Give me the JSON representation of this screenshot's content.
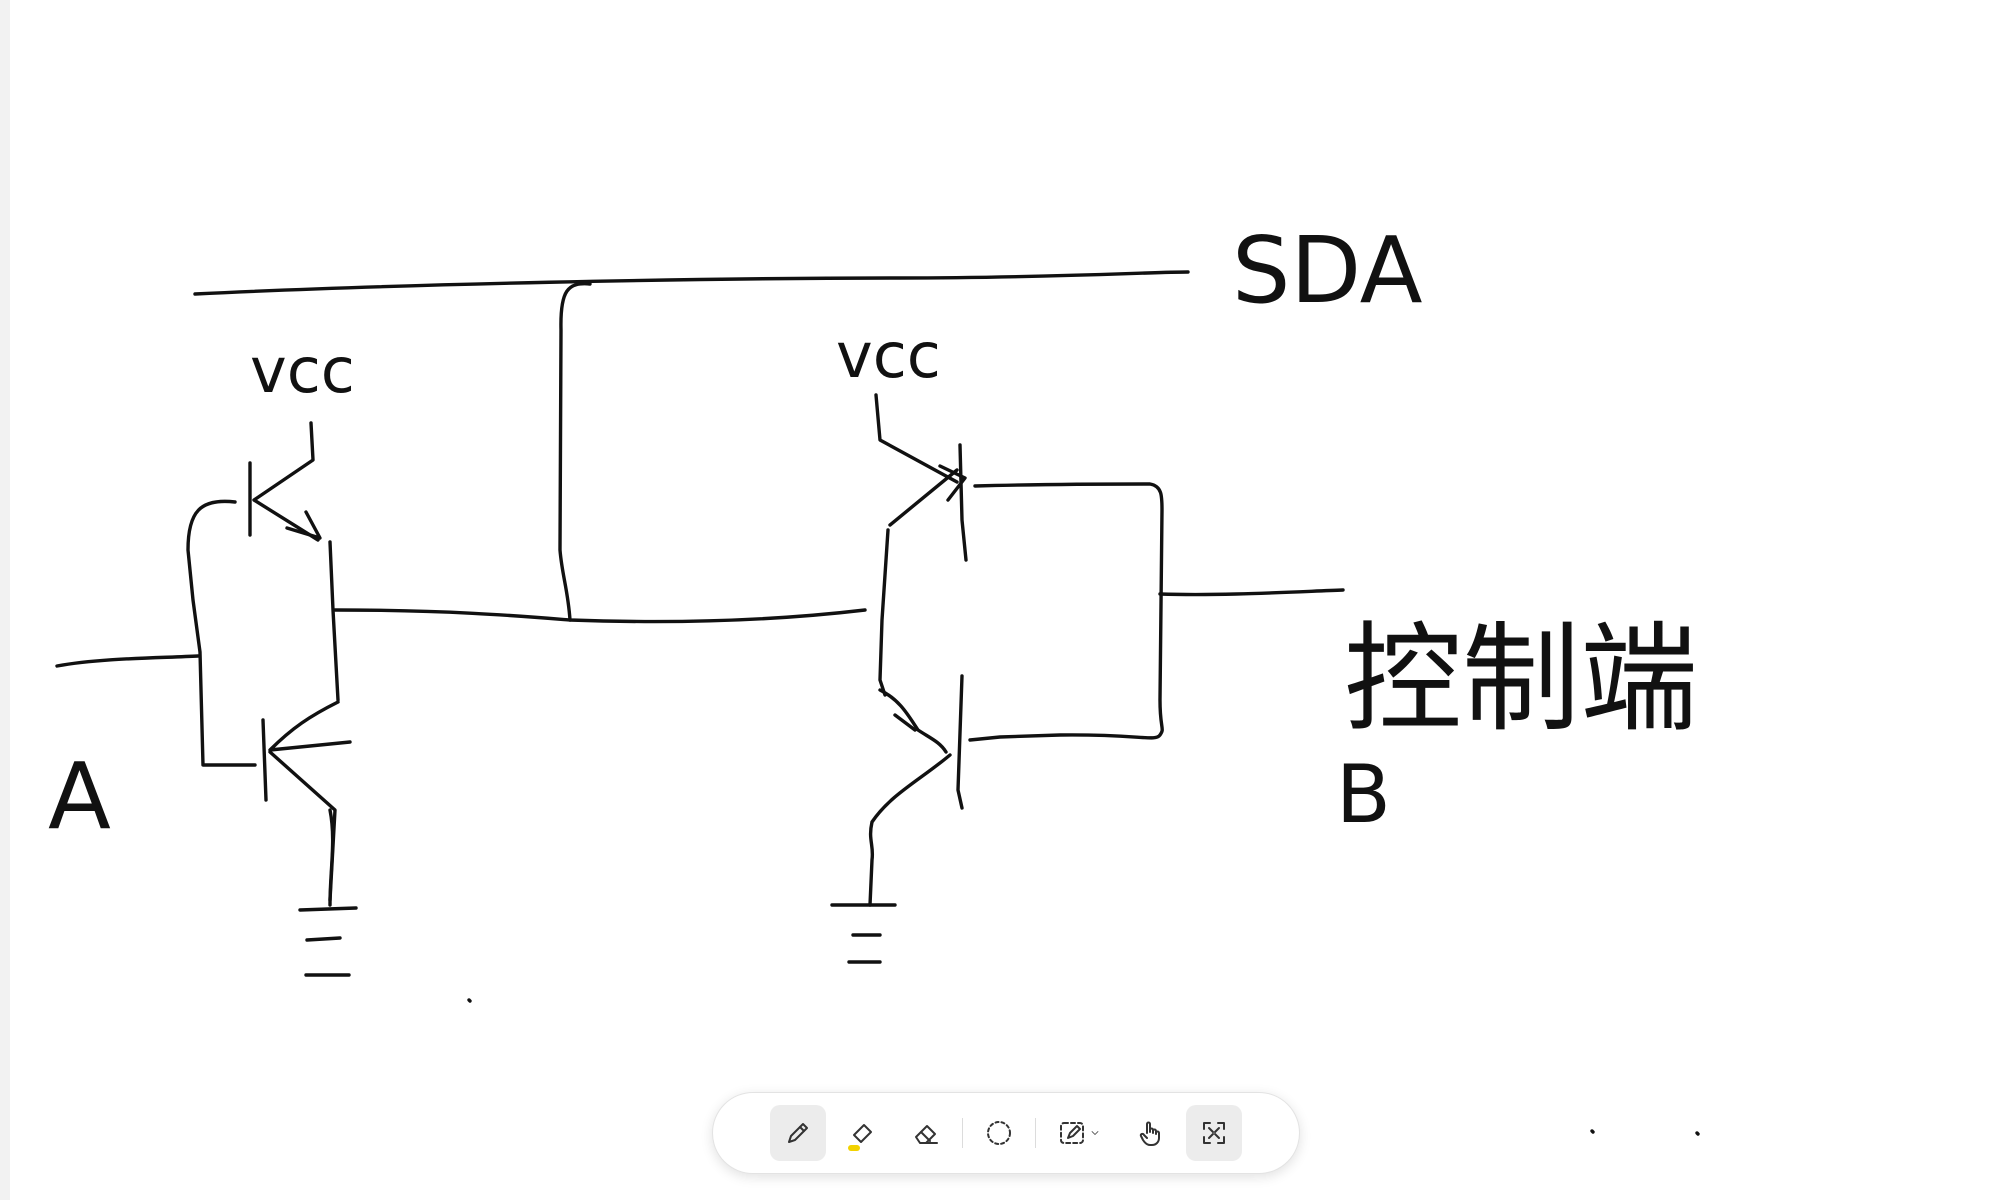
{
  "canvas": {
    "labels": {
      "sda": "SDA",
      "vcc_left": "vcc",
      "vcc_right": "vcc",
      "input_a": "A",
      "control_end": "控制端",
      "input_b": "B"
    },
    "ink_color": "#111111",
    "background": "#ffffff"
  },
  "toolbar": {
    "tools": [
      {
        "name": "pen",
        "icon": "pencil-icon",
        "active": true
      },
      {
        "name": "highlighter",
        "icon": "highlighter-icon",
        "active": false,
        "indicator_color": "#f2d200"
      },
      {
        "name": "eraser",
        "icon": "eraser-icon",
        "active": false
      },
      {
        "name": "lasso",
        "icon": "lasso-select-icon",
        "active": false
      },
      {
        "name": "shape-pen",
        "icon": "smart-shape-icon",
        "active": false
      },
      {
        "name": "touch",
        "icon": "touch-hand-icon",
        "active": false
      },
      {
        "name": "fullscreen",
        "icon": "fullscreen-icon",
        "active": true
      }
    ]
  }
}
